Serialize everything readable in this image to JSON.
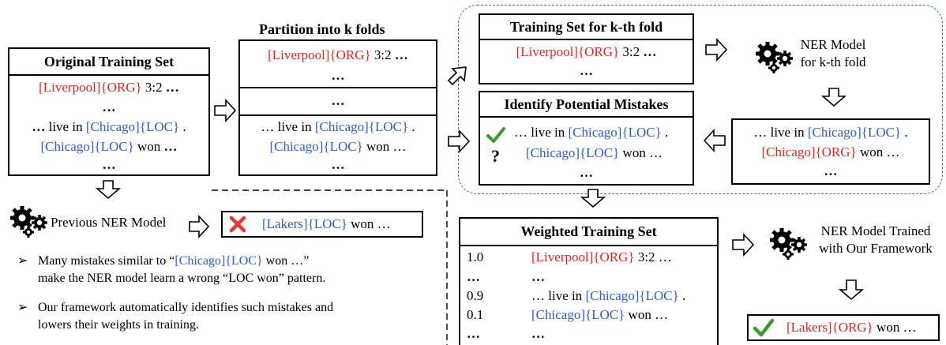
{
  "original": {
    "title": "Original Training Set",
    "l1_ent": "[Liverpool]",
    "l1_type": "{ORG}",
    "l1_rest": " 3:2 ",
    "l2": "…",
    "l3_pre": "… ",
    "l3_mid": "live in ",
    "l3_ent": "[Chicago]{LOC}",
    "l3_post": " .",
    "l4_ent": "[Chicago]{LOC}",
    "l4_mid": " won ",
    "l4_dots": "…",
    "l5": "…"
  },
  "partition": {
    "title": "Partition into k folds",
    "l1_ent": "[Liverpool]{ORG}",
    "l1_rest": " 3:2 ",
    "l1_dots": "…",
    "l2": "…",
    "l3": "…",
    "l4_pre": "… live in ",
    "l4_ent": "[Chicago]{LOC}",
    "l4_post": " .",
    "l5_ent": "[Chicago]{LOC}",
    "l5_rest": " won …",
    "l6": "…"
  },
  "kfold": {
    "title": "Training Set for k-th fold",
    "l1_ent": "[Liverpool]{ORG}",
    "l1_rest": " 3:2 ",
    "l1_dots": "…",
    "l2": "…"
  },
  "identify": {
    "title": "Identify Potential Mistakes",
    "l1_pre": "… live in ",
    "l1_ent": "[Chicago]{LOC}",
    "l1_post": " .",
    "l2_ent": "[Chicago]{LOC}",
    "l2_rest": " won …",
    "l3": "…",
    "q": "?"
  },
  "ner_kfold": {
    "line1": "NER Model",
    "line2": "for k-th fold"
  },
  "pred_box": {
    "l1_pre": "… live in ",
    "l1_ent": "[Chicago]{LOC}",
    "l1_post": " .",
    "l2_ent": "[Chicago]{ORG}",
    "l2_rest": " won …",
    "l3": "…"
  },
  "previous": {
    "label": "Previous NER Model",
    "result_ent": "[Lakers]{LOC}",
    "result_rest": " won …"
  },
  "bullets": [
    {
      "pre": "Many mistakes similar to “",
      "ent": "[Chicago]{LOC}",
      "post": " won …”",
      "line2": "make the NER model learn a wrong “LOC won” pattern."
    },
    {
      "line1": "Our framework automatically identifies such mistakes and",
      "line2": "lowers their weights in training."
    }
  ],
  "weighted": {
    "title": "Weighted Training Set",
    "rows": [
      {
        "w": "1.0",
        "ent": "[Liverpool]{ORG}",
        "rest": " 3:2 …",
        "pre": ""
      },
      {
        "w": "…",
        "ent": "",
        "rest": "…",
        "pre": ""
      },
      {
        "w": "0.9",
        "ent": "[Chicago]{LOC}",
        "rest": " .",
        "pre": "… live in "
      },
      {
        "w": "0.1",
        "ent": "[Chicago]{LOC}",
        "rest": " won …",
        "pre": ""
      },
      {
        "w": "…",
        "ent": "",
        "rest": "…",
        "pre": ""
      }
    ]
  },
  "ner_ours": {
    "line1": "NER Model Trained",
    "line2": "with Our Framework"
  },
  "final": {
    "ent": "[Lakers]{ORG}",
    "rest": " won …"
  },
  "colors": {
    "entity_red": "#e8231f",
    "entity_blue": "#2f5bd6",
    "check": "#3a9a2a",
    "cross": "#e03a2f",
    "dashed_region": "#3c6db0"
  }
}
